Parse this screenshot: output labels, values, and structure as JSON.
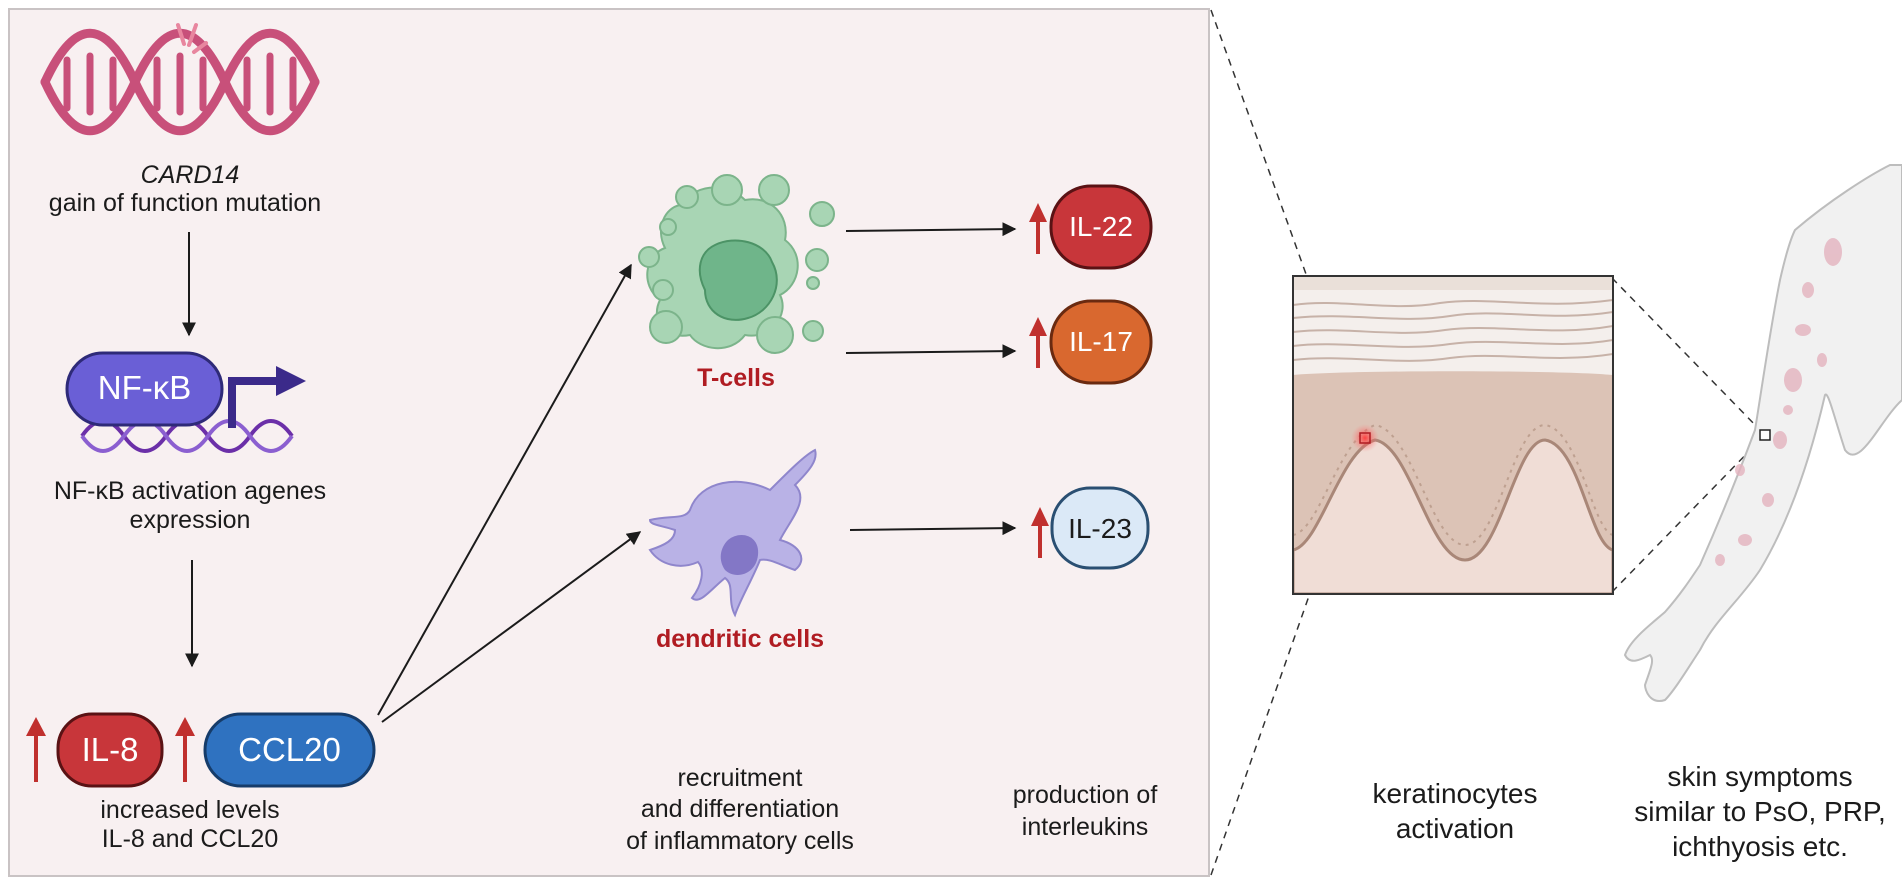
{
  "dna": {
    "gene": "CARD14",
    "mutation": "gain of function mutation"
  },
  "nfkb": {
    "label": "NF-κB",
    "caption_line1": "NF-κB activation agenes",
    "caption_line2": "expression"
  },
  "chemokines": {
    "il8": "IL-8",
    "ccl20": "CCL20",
    "caption_line1": "increased levels",
    "caption_line2": "IL-8 and CCL20"
  },
  "cells": {
    "tcells": "T-cells",
    "dendritic": "dendritic cells"
  },
  "interleukins": {
    "il22": "IL-22",
    "il17": "IL-17",
    "il23": "IL-23"
  },
  "captions": {
    "recruitment_1": "recruitment",
    "recruitment_2": "and differentiation",
    "recruitment_3": "of inflammatory cells",
    "production_1": "production of",
    "production_2": "interleukins",
    "keratinocytes_1": "keratinocytes",
    "keratinocytes_2": "activation",
    "skin_1": "skin symptoms",
    "skin_2": "similar to PsO, PRP,",
    "skin_3": "ichthyosis etc."
  },
  "colors": {
    "panel_bg": "#f8f0f1",
    "dna": "#c8507a",
    "nfkb": "#6a5fd6",
    "il8": "#c8363a",
    "ccl20": "#2f72c0",
    "il22": "#c8363a",
    "il17": "#d9682f",
    "il23": "#dbe9f7",
    "up_arrow": "#c0302e",
    "tcell": "#a8d5b4",
    "dendritic": "#b9b2e6"
  }
}
